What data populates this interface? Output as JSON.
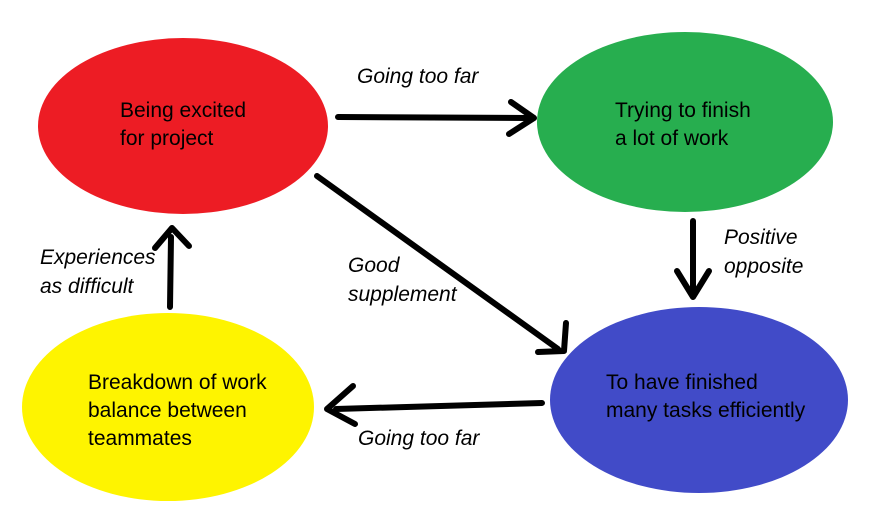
{
  "diagram": {
    "background_color": "#ffffff",
    "arrow_color": "#000000",
    "text_color": "#000000",
    "nodes": {
      "red": {
        "color": "#ED1C24",
        "lines": [
          "Being excited",
          "for project"
        ]
      },
      "green": {
        "color": "#27AE4F",
        "lines": [
          "Trying to finish",
          "a lot of work"
        ]
      },
      "blue": {
        "color": "#414BC8",
        "lines": [
          "To have finished",
          "many tasks efficiently"
        ]
      },
      "yellow": {
        "color": "#FEF400",
        "lines": [
          "Breakdown of work",
          "balance between",
          "teammates"
        ]
      }
    },
    "edges": {
      "red_to_green": {
        "lines": [
          "Going too far"
        ]
      },
      "green_to_blue": {
        "lines": [
          "Positive",
          "opposite"
        ]
      },
      "red_to_blue": {
        "lines": [
          "Good",
          "supplement"
        ]
      },
      "blue_to_yellow": {
        "lines": [
          "Going too far"
        ]
      },
      "yellow_to_red": {
        "lines": [
          "Experiences",
          "as difficult"
        ]
      }
    }
  }
}
